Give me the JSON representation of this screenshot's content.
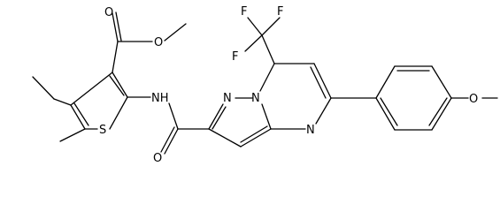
{
  "atoms": {
    "O_carbonyl_ester": "O",
    "O_ester": "O",
    "S_thiophene": "S",
    "NH_amide": "NH",
    "O_amide": "O",
    "N_pyrazole_1": "N",
    "N_pyrazole_2": "N",
    "N_pyrimidine": "N",
    "F_1": "F",
    "F_2": "F",
    "F_3": "F",
    "O_methoxy": "O"
  }
}
